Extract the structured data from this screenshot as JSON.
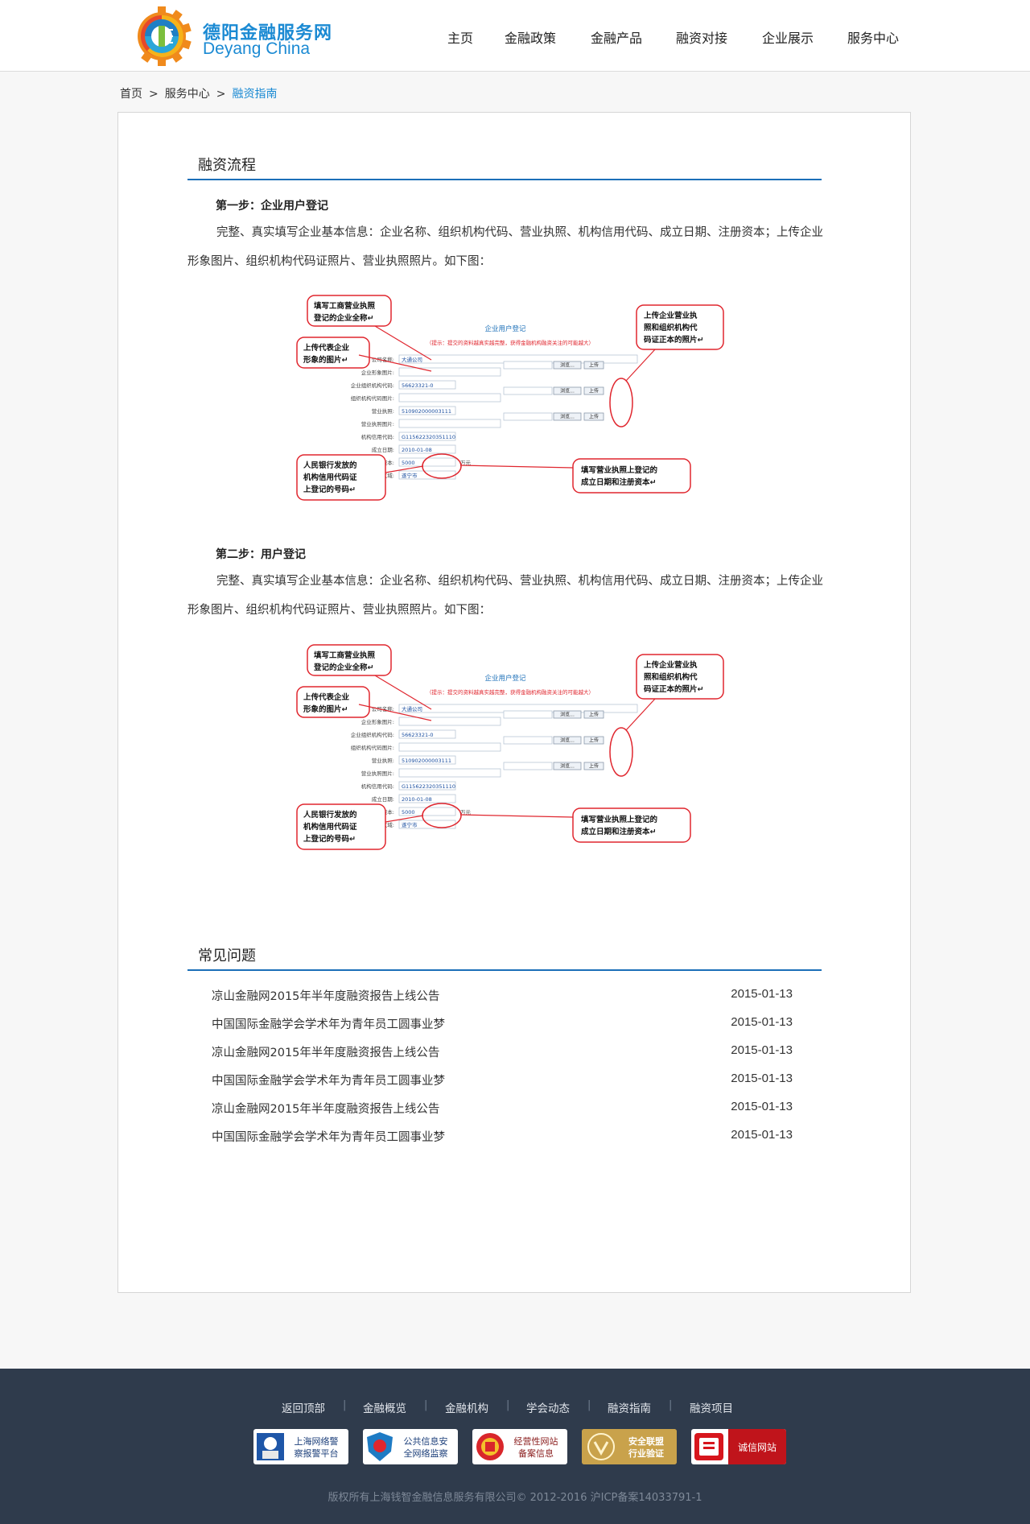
{
  "header": {
    "brand_cn": "德阳金融服务网",
    "brand_en": "Deyang China",
    "nav": [
      "主页",
      "金融政策",
      "金融产品",
      "融资对接",
      "企业展示",
      "服务中心"
    ]
  },
  "breadcrumb": {
    "home": "首页",
    "sep": ">",
    "parent": "服务中心",
    "current": "融资指南"
  },
  "process": {
    "title": "融资流程",
    "steps": [
      {
        "title": "第一步：企业用户登记",
        "text": "完整、真实填写企业基本信息：企业名称、组织机构代码、营业执照、机构信用代码、成立日期、注册资本；上传企业形象图片、组织机构代码证照片、营业执照照片。如下图："
      },
      {
        "title": "第二步：用户登记",
        "text": "完整、真实填写企业基本信息：企业名称、组织机构代码、营业执照、机构信用代码、成立日期、注册资本；上传企业形象图片、组织机构代码证照片、营业执照照片。如下图："
      }
    ],
    "figure": {
      "form_title": "企业用户登记",
      "notice": "（提示：提交的资料越真实越完整，获得金融机构融资关注的可能越大）",
      "callout_name": [
        "填写工商营业执照",
        "登记的企业全称↵"
      ],
      "callout_image": [
        "上传代表企业",
        "形象的图片↵"
      ],
      "callout_upload": [
        "上传企业营业执",
        "照和组织机构代",
        "码证正本的照片↵"
      ],
      "callout_credit": [
        "人民银行发放的",
        "机构信用代码证",
        "上登记的号码↵"
      ],
      "callout_date": [
        "填写营业执照上登记的",
        "成立日期和注册资本↵"
      ],
      "labels": [
        "公司名称:",
        "企业形象图片:",
        "企业组织机构代码:",
        "组织机构代码图片:",
        "营业执照:",
        "营业执照图片:",
        "机构信用代码:",
        "成立日期:",
        "注册资本:",
        "行政区域:"
      ],
      "values": [
        "大通公司",
        "56623321-0",
        "510902000003111",
        "G115622320351110",
        "2010-01-08",
        "5000",
        "遂宁市"
      ],
      "unit": "万元",
      "browse": "浏览...",
      "upload": "上传"
    }
  },
  "faq": {
    "title": "常见问题",
    "items": [
      {
        "title": "凉山金融网2015年半年度融资报告上线公告",
        "date": "2015-01-13"
      },
      {
        "title": "中国国际金融学会学术年为青年员工圆事业梦",
        "date": "2015-01-13"
      },
      {
        "title": "凉山金融网2015年半年度融资报告上线公告",
        "date": "2015-01-13"
      },
      {
        "title": "中国国际金融学会学术年为青年员工圆事业梦",
        "date": "2015-01-13"
      },
      {
        "title": "凉山金融网2015年半年度融资报告上线公告",
        "date": "2015-01-13"
      },
      {
        "title": "中国国际金融学会学术年为青年员工圆事业梦",
        "date": "2015-01-13"
      }
    ]
  },
  "footer": {
    "links": [
      "返回顶部",
      "金融概览",
      "金融机构",
      "学会动态",
      "融资指南",
      "融资项目"
    ],
    "badges": [
      {
        "lines": [
          "上海网络警",
          "察报警平台"
        ]
      },
      {
        "lines": [
          "公共信息安",
          "全网络监察"
        ]
      },
      {
        "lines": [
          "经营性网站",
          "备案信息"
        ]
      },
      {
        "lines": [
          "安全联盟",
          "行业验证"
        ]
      },
      {
        "lines": [
          "诚信网站"
        ]
      }
    ],
    "copyright": "版权所有上海钱智金融信息服务有限公司© 2012-2016 沪ICP备案14033791-1"
  },
  "colors": {
    "accent": "#1b8ad3",
    "rule": "#1b6fb8",
    "footer_bg": "#2f3b4c",
    "callout_red": "#e0262e"
  }
}
